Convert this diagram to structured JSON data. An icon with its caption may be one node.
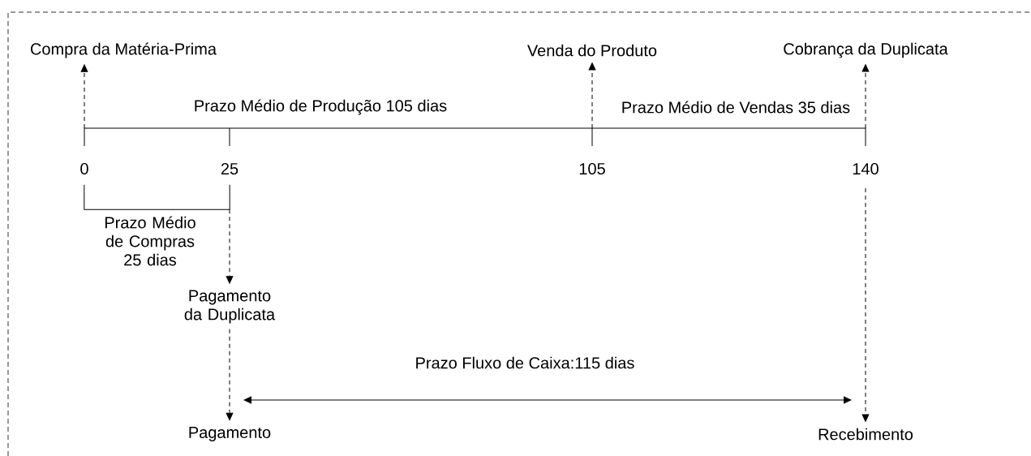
{
  "diagram": {
    "nodes": [
      {
        "text": [
          "Compra da Matéria-Prima"
        ]
      },
      {
        "text": [
          "Venda do Produto"
        ]
      },
      {
        "text": [
          "Cobrança da Duplicata"
        ]
      },
      {
        "text": [
          "Pagamento da Duplicata"
        ]
      },
      {
        "text": [
          "Pagamento"
        ]
      },
      {
        "text": [
          "Recebimento"
        ]
      },
      {
        "text": [],
        "shape": "bracket"
      }
    ],
    "edges": [
      {
        "from": null,
        "to": 0,
        "arrow": "to",
        "style": "dashed"
      },
      {
        "from": null,
        "to": 1,
        "arrow": "to",
        "style": "dashed"
      },
      {
        "from": null,
        "to": 2,
        "arrow": "to",
        "style": "dashed"
      },
      {
        "from": 6,
        "to": 3,
        "arrow": "to",
        "style": "dashed"
      },
      {
        "from": 3,
        "to": 4,
        "arrow": "to",
        "style": "dashed"
      },
      {
        "from": null,
        "to": 5,
        "arrow": "to",
        "style": "dashed"
      }
    ],
    "labels": [
      "Prazo Médio de Produção 105 dias",
      "Prazo Médio de Vendas 35 dias",
      "0",
      "25",
      "105",
      "140",
      "Prazo Médio de Compras 25 dias",
      "Prazo Fluxo de Caixa:115 dias"
    ]
  }
}
